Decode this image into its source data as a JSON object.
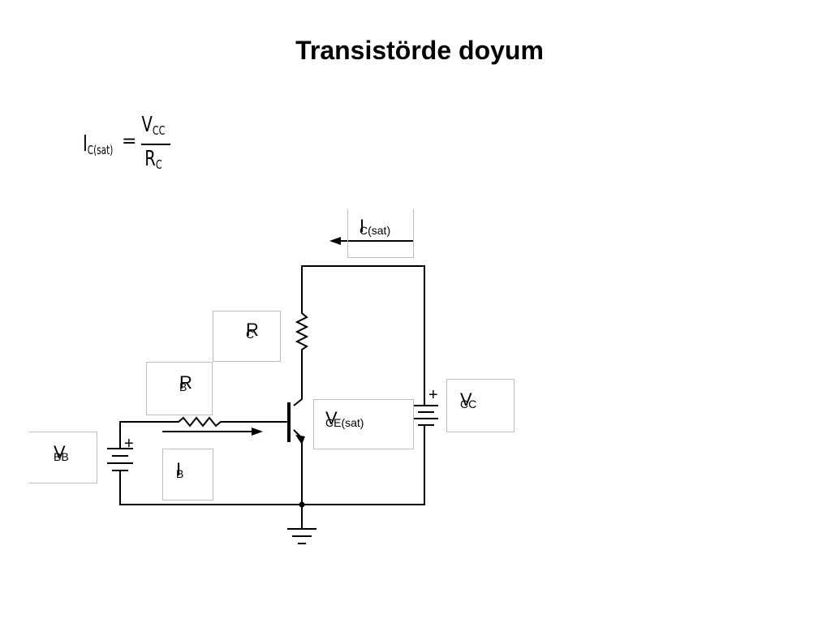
{
  "title": "Transistörde doyum",
  "formula": {
    "lhs_main": "I",
    "lhs_sub": "C(sat)",
    "equals": "=",
    "num_main": "V",
    "num_sub": "CC",
    "den_main": "R",
    "den_sub": "C"
  },
  "labels": {
    "ic_main": "I",
    "ic_sub": "C(sat)",
    "rc_main": "R",
    "rc_sub": "C",
    "rb_main": "R",
    "rb_sub": "B",
    "vce_main": "V",
    "vce_sub": "CE(sat)",
    "vcc_main": "V",
    "vcc_sub": "CC",
    "vbb_main": "V",
    "vbb_sub": "BB",
    "ib_main": "I",
    "ib_sub": "B",
    "plus_vcc": "+",
    "plus_vbb": "+"
  }
}
